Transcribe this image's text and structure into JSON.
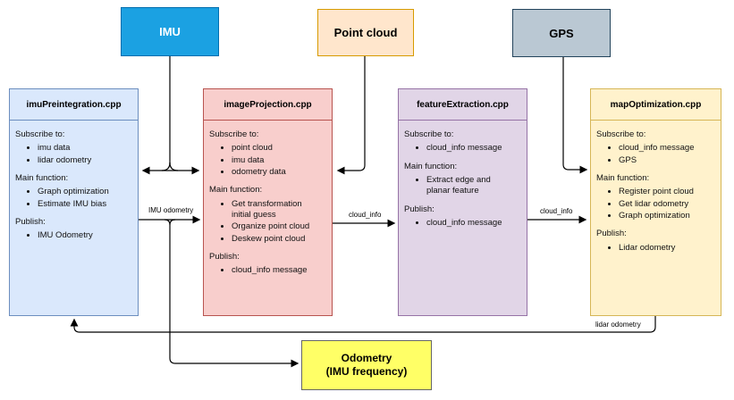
{
  "diagram": {
    "sources": [
      {
        "label": "IMU"
      },
      {
        "label": "Point cloud"
      },
      {
        "label": "GPS"
      }
    ],
    "headings": {
      "subscribe": "Subscribe to:",
      "main": "Main function:",
      "publish": "Publish:"
    },
    "modules": [
      {
        "title": "imuPreintegration.cpp",
        "subscribe": [
          "imu data",
          "lidar odometry"
        ],
        "main": [
          "Graph optimization",
          "Estimate IMU bias"
        ],
        "publish": [
          "IMU Odometry"
        ]
      },
      {
        "title": "imageProjection.cpp",
        "subscribe": [
          "point cloud",
          "imu data",
          "odometry data"
        ],
        "main": [
          "Get transformation initial guess",
          "Organize point cloud",
          "Deskew point cloud"
        ],
        "publish": [
          "cloud_info message"
        ]
      },
      {
        "title": "featureExtraction.cpp",
        "subscribe": [
          "cloud_info message"
        ],
        "main": [
          "Extract edge and planar feature"
        ],
        "publish": [
          "cloud_info message"
        ]
      },
      {
        "title": "mapOptimization.cpp",
        "subscribe": [
          "cloud_info message",
          "GPS"
        ],
        "main": [
          "Register point cloud",
          "Get lidar odometry",
          "Graph optimization"
        ],
        "publish": [
          "Lidar odometry"
        ]
      }
    ],
    "output": {
      "line1": "Odometry",
      "line2": "(IMU frequency)"
    },
    "edge_labels": {
      "imu_odometry": "IMU odometry",
      "cloud_info_a": "cloud_info",
      "cloud_info_b": "cloud_info",
      "lidar_odometry": "lidar odometry"
    },
    "colors": {
      "imu_fill": "#1ba1e2",
      "imu_stroke": "#006eaf",
      "point_cloud_fill": "#ffe6cc",
      "point_cloud_stroke": "#d79b00",
      "gps_fill": "#bac8d3",
      "gps_stroke": "#23445c",
      "module_blue_fill": "#dae8fc",
      "module_blue_stroke": "#6c8ebf",
      "module_red_fill": "#f8cecc",
      "module_red_stroke": "#b85450",
      "module_purple_fill": "#e1d5e7",
      "module_purple_stroke": "#9673a6",
      "module_yellow_fill": "#fff2cc",
      "module_yellow_stroke": "#d6b656",
      "odometry_fill": "#ffff66",
      "odometry_stroke": "#666666",
      "edge_stroke": "#000000"
    }
  }
}
